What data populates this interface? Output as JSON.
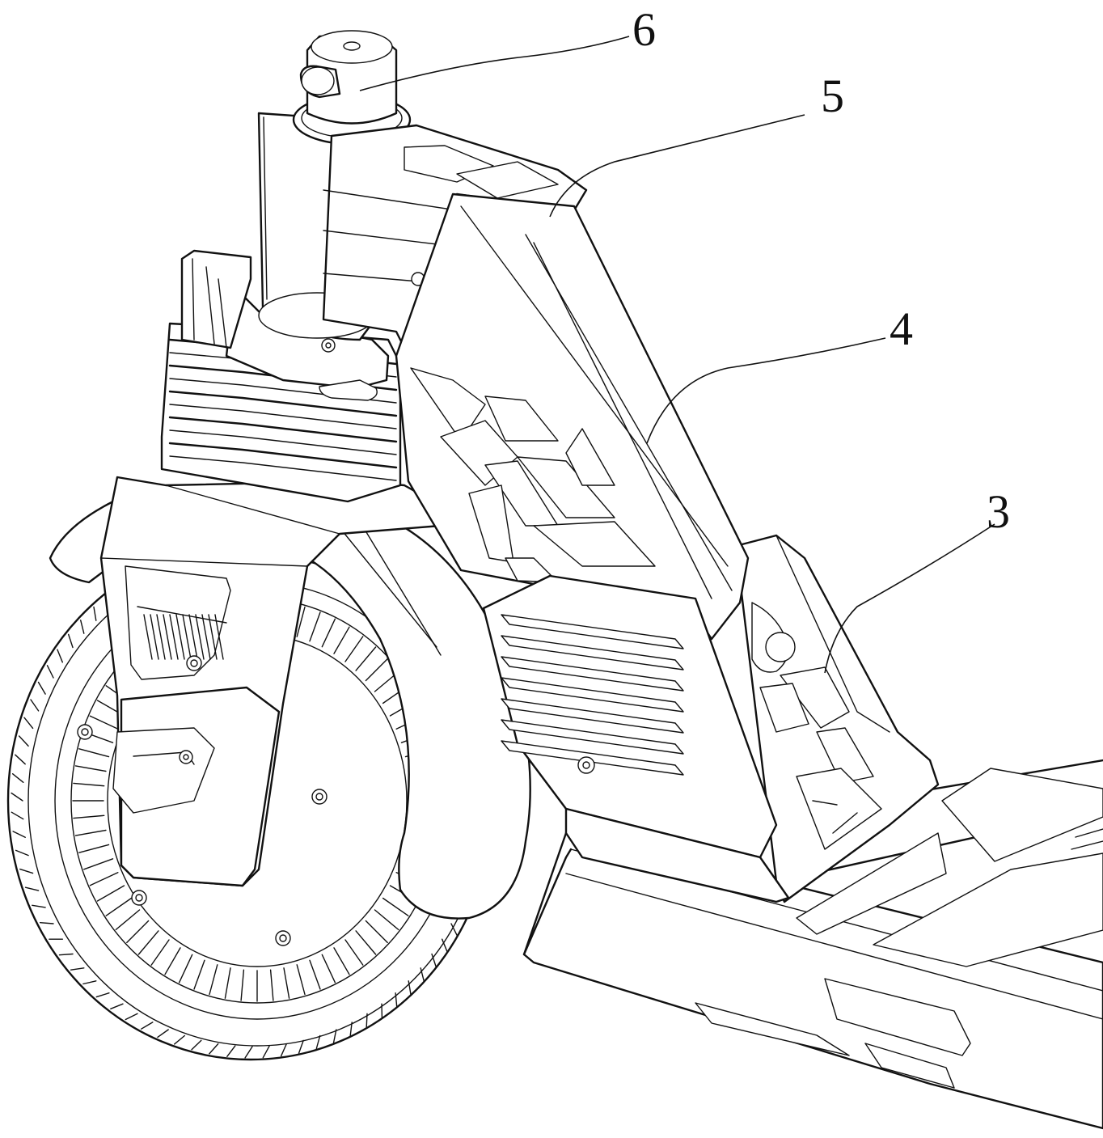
{
  "figure": {
    "callouts": [
      {
        "id": "6",
        "label": "6"
      },
      {
        "id": "5",
        "label": "5"
      },
      {
        "id": "4",
        "label": "4"
      },
      {
        "id": "3",
        "label": "3"
      }
    ]
  },
  "colors": {
    "line": "#111111",
    "background": "#ffffff"
  }
}
